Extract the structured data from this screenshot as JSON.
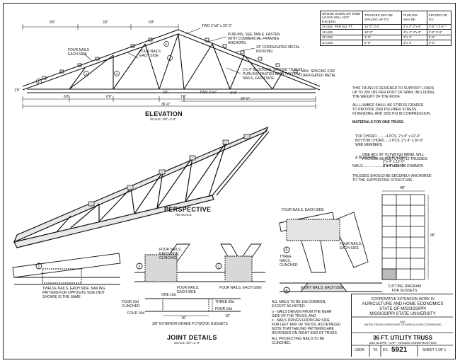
{
  "elevation": {
    "title": "ELEVATION",
    "scale": "SCALE: 1/8\"=1'-0\"",
    "dims_top": [
      "8'6\"",
      "3'6\"",
      "6'8\""
    ],
    "dims_bottom": [
      "1'6\"",
      "6'8\"",
      "6'6\"",
      "3'6\"",
      "1'6\""
    ],
    "span_half": "20'-0\"",
    "span_total": "36'-0\"",
    "callouts": {
      "two_2x8": "TWO 2\"x8\" x 22'-0\"",
      "purlins": "PURLINS, SEE TABLE. FASTEN WITH COMMERCIAL FRAMING ANCHORS.",
      "metal": "24\" CORRUGATED METAL ROOFING",
      "four_nails_a": "FOUR NAILS EACH SIDE",
      "four_nails_b": "FOUR NAILS EACH SIDE",
      "blocking": "2\"x 4\" BLOCKING, SPACED TO SUIT PURLINS. FASTEN WITH TWO 16d NAILS, EACH SIDE.",
      "max_spacing": "* MAX. SPACING FOR CORRUGATED METAL",
      "two_2x4": "TWO 2\"x4\"",
      "spacing_4": "4'-0\""
    },
    "joint_numbers": [
      "1",
      "2",
      "3",
      "4",
      "5"
    ]
  },
  "purlin_table": {
    "head": [
      "WHERE SNOW OR WIND LOADS WILL NOT EXCEED:",
      "TRUSSES MAY BE SPACED UP TO:",
      "PURLINS MAY BE",
      "SPACED UP TO:"
    ],
    "rows": [
      [
        "15 LBS. PER SQ. FT.",
        "12'-0\" O.C.",
        "2\"x 4\"  2\"x 6\"",
        "1'-6\" *  3'-6\" *"
      ],
      [
        "18 LBS.",
        "10'-0\"",
        "2\"x 4\"  2\"x 6\"",
        "2'-0\"  3'-6\""
      ],
      [
        "25 LBS.",
        "8'-0\"",
        "2\"x 4\"",
        "2'-6\""
      ],
      [
        "34 LBS.",
        "6'-0\"",
        "2\"x 4\"",
        "3'-0\""
      ]
    ]
  },
  "notes": {
    "n1": [
      "THIS TRUSS IS DESIGNED TO SUPPORT LOADS",
      "UP TO 200 LBS PER FOOT OF SPAN, INCLUDING",
      "THE WEIGHT OF THE ROOF."
    ],
    "n2": [
      "ALL LUMBER SHALL BE STRESS GRADED",
      "TO PROVIDE 1500 PSI FIBER STRESS",
      "IN BENDING, AND 1050 PSI IN COMPRESSION."
    ],
    "materials_title": "MATERIALS FOR ONE TRUSS:",
    "materials": [
      "TOP CHORD..........4 PCS. 2\"x 8\" x 22'-0\"",
      "BOTTOM CHORD.....2 PCS. 2\"x 8\" x 20'-0\"",
      "WEB MEMBERS",
      "& BLOCKING.........2\"x 4\" x 10'-0\"",
      "                            2\"x 4\" x 12'-0\"",
      "                            2\"x 4\" x 14'-0\""
    ],
    "plywood": [
      "ONE 48\"x 96\" PLYWOOD PANEL WILL",
      "PROVIDE GUSSETS FOR 12 TRUSSES"
    ],
    "nails": "NAILS.....................6 3/4 LBS 10d COMMON",
    "anchor": [
      "TRUSSES SHOULD BE SECURELY ANCHORED",
      "TO THE SUPPORTING STRUCTURE."
    ]
  },
  "cutting": {
    "title": [
      "CUTTING DIAGRAM",
      "FOR GUSSETS"
    ],
    "width": "48\"",
    "height": "96\""
  },
  "perspective": {
    "title": "PERSPECTIVE",
    "scale": "NO SCALE"
  },
  "joints": {
    "title": "JOINT DETAILS",
    "scale": "SCALE: 3/4\"=1'-0\"",
    "j1": "TWELVE NAILS, EACH SIDE. NAILING PATTERN FOR OPPOSITE SIDE (NOT SHOWN) IS THE SAME",
    "j2": "FOUR NAILS EACH SIDE, CLINCHED",
    "j2b": "FOUR NAILS, EACH SIDE",
    "j3": "FOUR NAILS, EACH SIDE",
    "j4": "EIGHT NAILS, EACH SIDE",
    "j5a": "FOUR NAILS, EACH SIDE",
    "j5b": "FOUR NAILS, EACH SIDE",
    "j5c": "THREE NAILS, CLINCHED",
    "one16": "ONE 16d",
    "four10a": "FOUR 10d CLINCHED",
    "four10b": "FOUR 10d",
    "three20": "THREE 20d",
    "four16": "FOUR 16d",
    "dim16": "16\"",
    "dim10": "10\"",
    "plywood": "3/8\" EXTERIOR GRADE PLYWOOD GUSSETS",
    "nums": [
      "1",
      "2",
      "3",
      "4",
      "5"
    ]
  },
  "nail_notes": [
    "ALL NAILS TO BE 10d COMMON,",
    "EXCEPT AS NOTED.",
    "o - NAILS DRIVEN FROM THE NEAR",
    "SIDE OF THE TRUSS, AND",
    "x - NAILS DRIVEN FROM FAR SIDE",
    "FOR LEFT END OF TRUSS, AS DETAILED.",
    "NOTE THAT NAILING PATTERNS ARE",
    "REVERSED ON RIGHT END OF TRUSS.",
    "ALL PROJECTING NAILS TO BE",
    "CLINCHED."
  ],
  "title_block": {
    "l1": "COOPERATIVE EXTENSION WORK IN",
    "l2": "AGRICULTURE AND HOME ECONOMICS",
    "l3": "STATE OF MISSISSIPPI",
    "l4": "MISSISSIPPI STATE UNIVERSITY",
    "l5": "AND",
    "l6": "UNITED STATES DEPARTMENT OF AGRICULTURE COOPERATING",
    "name": "36 FT. UTILITY TRUSS",
    "desc": "4/12 SLOPE • LAP - NAILED CONSTRUCTION",
    "usda": "USDA",
    "year": "'61",
    "ex": "EX.",
    "num": "5921",
    "sheet": "SHEET 1 OF 1"
  }
}
